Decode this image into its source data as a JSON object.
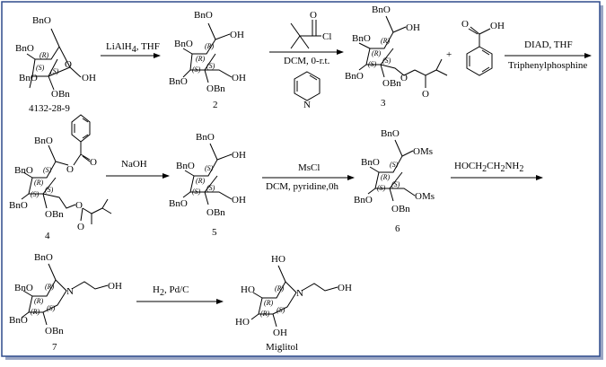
{
  "frame": {
    "border_color": "#2e4a8c",
    "shadow_color": "#9aa6c4"
  },
  "labels": {
    "BnO": "BnO",
    "OBn": "OBn",
    "OH": "OH",
    "HO": "HO",
    "O": "O",
    "Cl": "Cl",
    "N": "N",
    "OMs": "OMs",
    "R": "(R)",
    "S": "(S)"
  },
  "compounds": {
    "c0": "4132-28-9",
    "c2": "2",
    "c3": "3",
    "c4": "4",
    "c5": "5",
    "c6": "6",
    "c7": "7",
    "product": "Miglitol"
  },
  "reagents": {
    "step1": "LiAlH",
    "step1_sub": "4",
    "step1_tail": ", THF",
    "step2": "DCM, 0-r.t.",
    "plus": "+",
    "step3_top": "DIAD, THF",
    "step3_bottom": "Triphenylphosphine",
    "step4": "NaOH",
    "step5_top": "MsCl",
    "step5_bottom": "DCM, pyridine,0h",
    "step6": "HOCH",
    "step6_sub1": "2",
    "step6_mid": "CH",
    "step6_sub2": "2",
    "step6_tail": "NH",
    "step6_sub3": "2",
    "step7": "H",
    "step7_sub": "2",
    "step7_tail": ", Pd/C"
  }
}
